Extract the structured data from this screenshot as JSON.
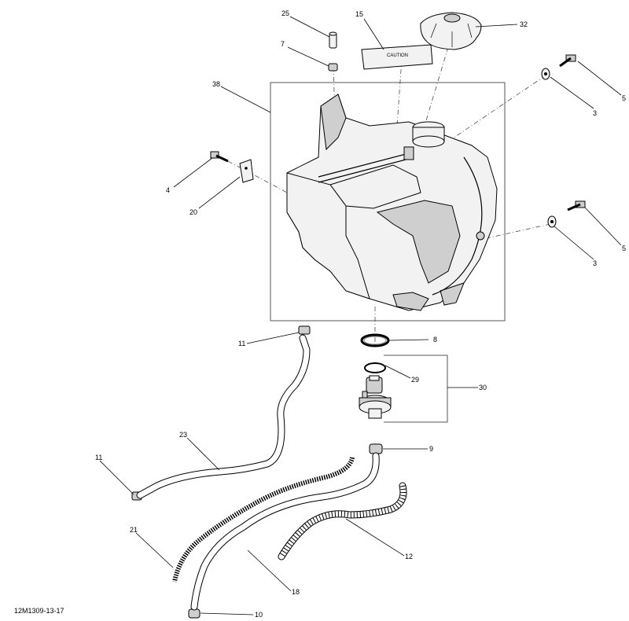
{
  "drawing_id": "12M1309-13-17",
  "decal_text": "CAUTION",
  "callouts": {
    "c25": "25",
    "c15": "15",
    "c32": "32",
    "c7": "7",
    "c38": "38",
    "c5a": "5",
    "c3a": "3",
    "c4": "4",
    "c20": "20",
    "c5b": "5",
    "c3b": "3",
    "c11a": "11",
    "c8": "8",
    "c29": "29",
    "c30": "30",
    "c23": "23",
    "c11b": "11",
    "c9": "9",
    "c21": "21",
    "c12": "12",
    "c18": "18",
    "c10": "10"
  }
}
